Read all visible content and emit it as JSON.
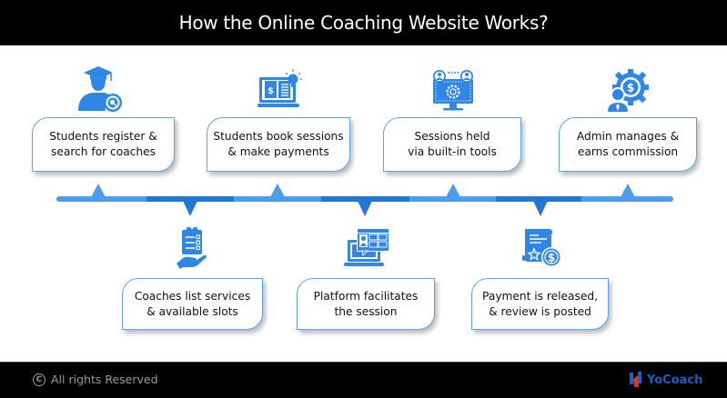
{
  "header": {
    "title": "How the Online Coaching Website Works?"
  },
  "colors": {
    "primary": "#2f86e6",
    "light_segment": "#4c9ded",
    "dark_segment": "#2277d4",
    "header_bg": "#000000",
    "brand": "#1f5fbf",
    "brand_accent": "#d6362f"
  },
  "steps_top": [
    {
      "label": "Students register & search for coaches",
      "line1": "Students register &",
      "line2": "search for coaches",
      "icon": "graduate-search-icon"
    },
    {
      "label": "Students book sessions & make payments",
      "line1": "Students book sessions",
      "line2": "& make payments",
      "icon": "laptop-payment-icon"
    },
    {
      "label": "Sessions held via built-in tools",
      "line1": "Sessions held",
      "line2": "via built-in tools",
      "icon": "monitor-gear-users-icon"
    },
    {
      "label": "Admin manages & earns commission",
      "line1": "Admin manages &",
      "line2": "earns commission",
      "icon": "admin-gear-dollar-icon"
    }
  ],
  "steps_bottom": [
    {
      "label": "Coaches list services & available slots",
      "line1": "Coaches list services",
      "line2": "& available slots",
      "icon": "clipboard-hand-icon"
    },
    {
      "label": "Platform facilitates the session",
      "line1": "Platform facilitates",
      "line2": "the session",
      "icon": "laptop-schedule-icon"
    },
    {
      "label": "Payment is released, & review is posted",
      "line1": "Payment is released,",
      "line2": "& review is posted",
      "icon": "receipt-star-dollar-icon"
    }
  ],
  "footer": {
    "copyright": "All rights Reserved",
    "brand": "YoCoach"
  }
}
